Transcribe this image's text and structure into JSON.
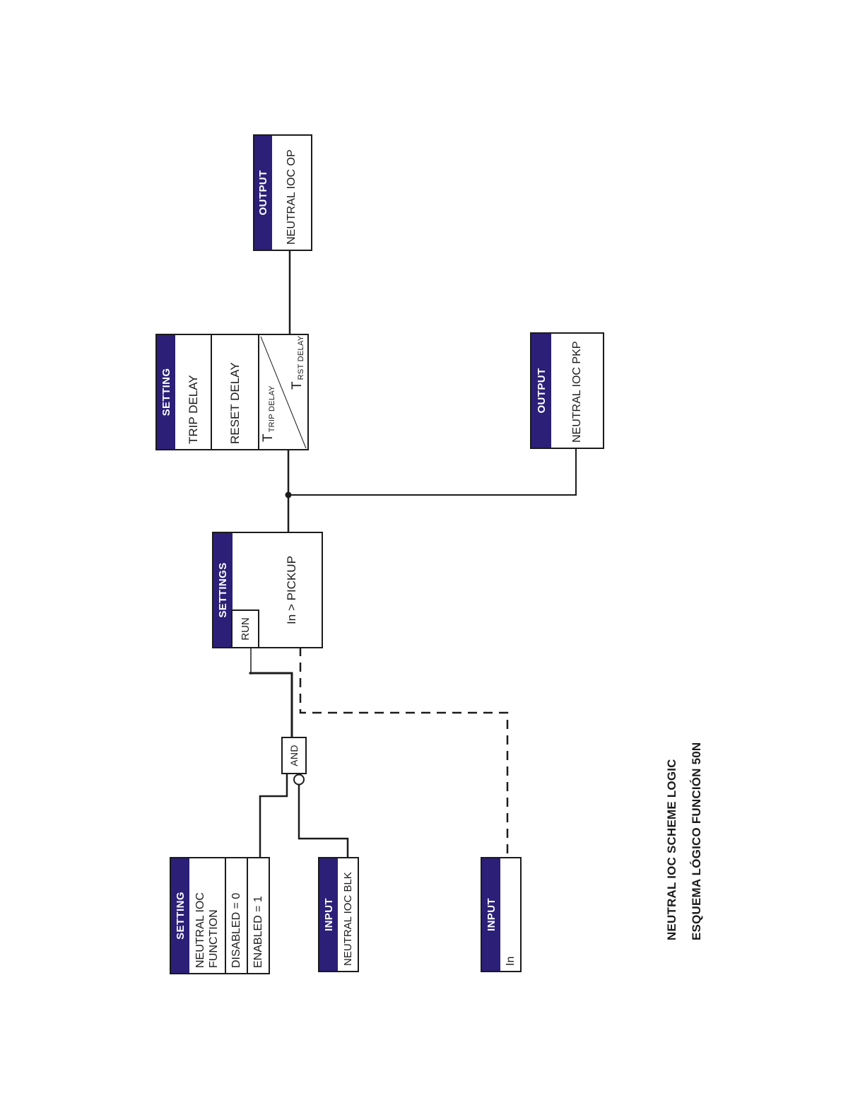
{
  "colors": {
    "accent": "#2b1f78",
    "wire": "#1b1b1b"
  },
  "caption": {
    "line1": "NEUTRAL IOC SCHEME LOGIC",
    "line2": "ESQUEMA LÓGICO FUNCIÓN 50N"
  },
  "boxes": {
    "setting_function": {
      "header": "SETTING",
      "row1": "NEUTRAL IOC FUNCTION",
      "row2": "DISABLED = 0",
      "row3": "ENABLED = 1"
    },
    "input_blk": {
      "header": "INPUT",
      "label": "NEUTRAL IOC BLK"
    },
    "input_in": {
      "header": "INPUT",
      "label": "In"
    },
    "and_gate": {
      "label": "AND"
    },
    "settings_comparator": {
      "header": "SETTINGS",
      "run_label": "RUN",
      "condition": "In > PICKUP"
    },
    "setting_timer": {
      "header": "SETTING",
      "row1": "TRIP DELAY",
      "row2": "RESET DELAY",
      "timer": {
        "trip_t": "T",
        "trip_sub": "TRIP DELAY",
        "rst_t": "T",
        "rst_sub": "RST DELAY"
      }
    },
    "output_pkp": {
      "header": "OUTPUT",
      "label": "NEUTRAL IOC PKP"
    },
    "output_op": {
      "header": "OUTPUT",
      "label": "NEUTRAL IOC OP"
    }
  }
}
